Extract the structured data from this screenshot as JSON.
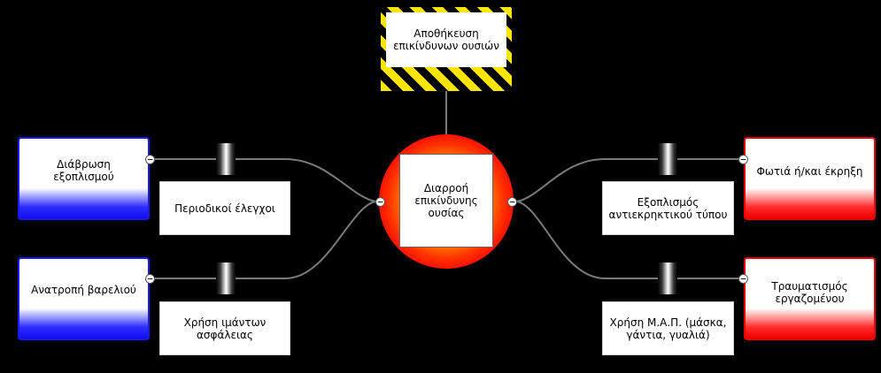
{
  "hazard": {
    "label": "Αποθήκευση επικίνδυνων ουσιών"
  },
  "top_event": {
    "label": "Διαρροή επικίνδυνης ουσίας"
  },
  "threats": [
    {
      "label": "Διάβρωση εξοπλισμού",
      "barrier": "Περιοδικοί έλεγχοι"
    },
    {
      "label": "Ανατροπή βαρελιού",
      "barrier": "Χρήση ιμάντων ασφάλειας"
    }
  ],
  "consequences": [
    {
      "label": "Φωτιά ή/και έκρηξη",
      "barrier": "Εξοπλισμός αντιεκρηκτικού τύπου"
    },
    {
      "label": "Τραυματισμός εργαζομένου",
      "barrier": "Χρήση Μ.Α.Π. (μάσκα, γάντια, γυαλιά)"
    }
  ],
  "collapse_symbol": "−",
  "colors": {
    "threat": "#1a1af0",
    "consequence": "#ee0000",
    "hazard_stripe": "#ffe600",
    "top_event_ring": "#ff2200"
  }
}
